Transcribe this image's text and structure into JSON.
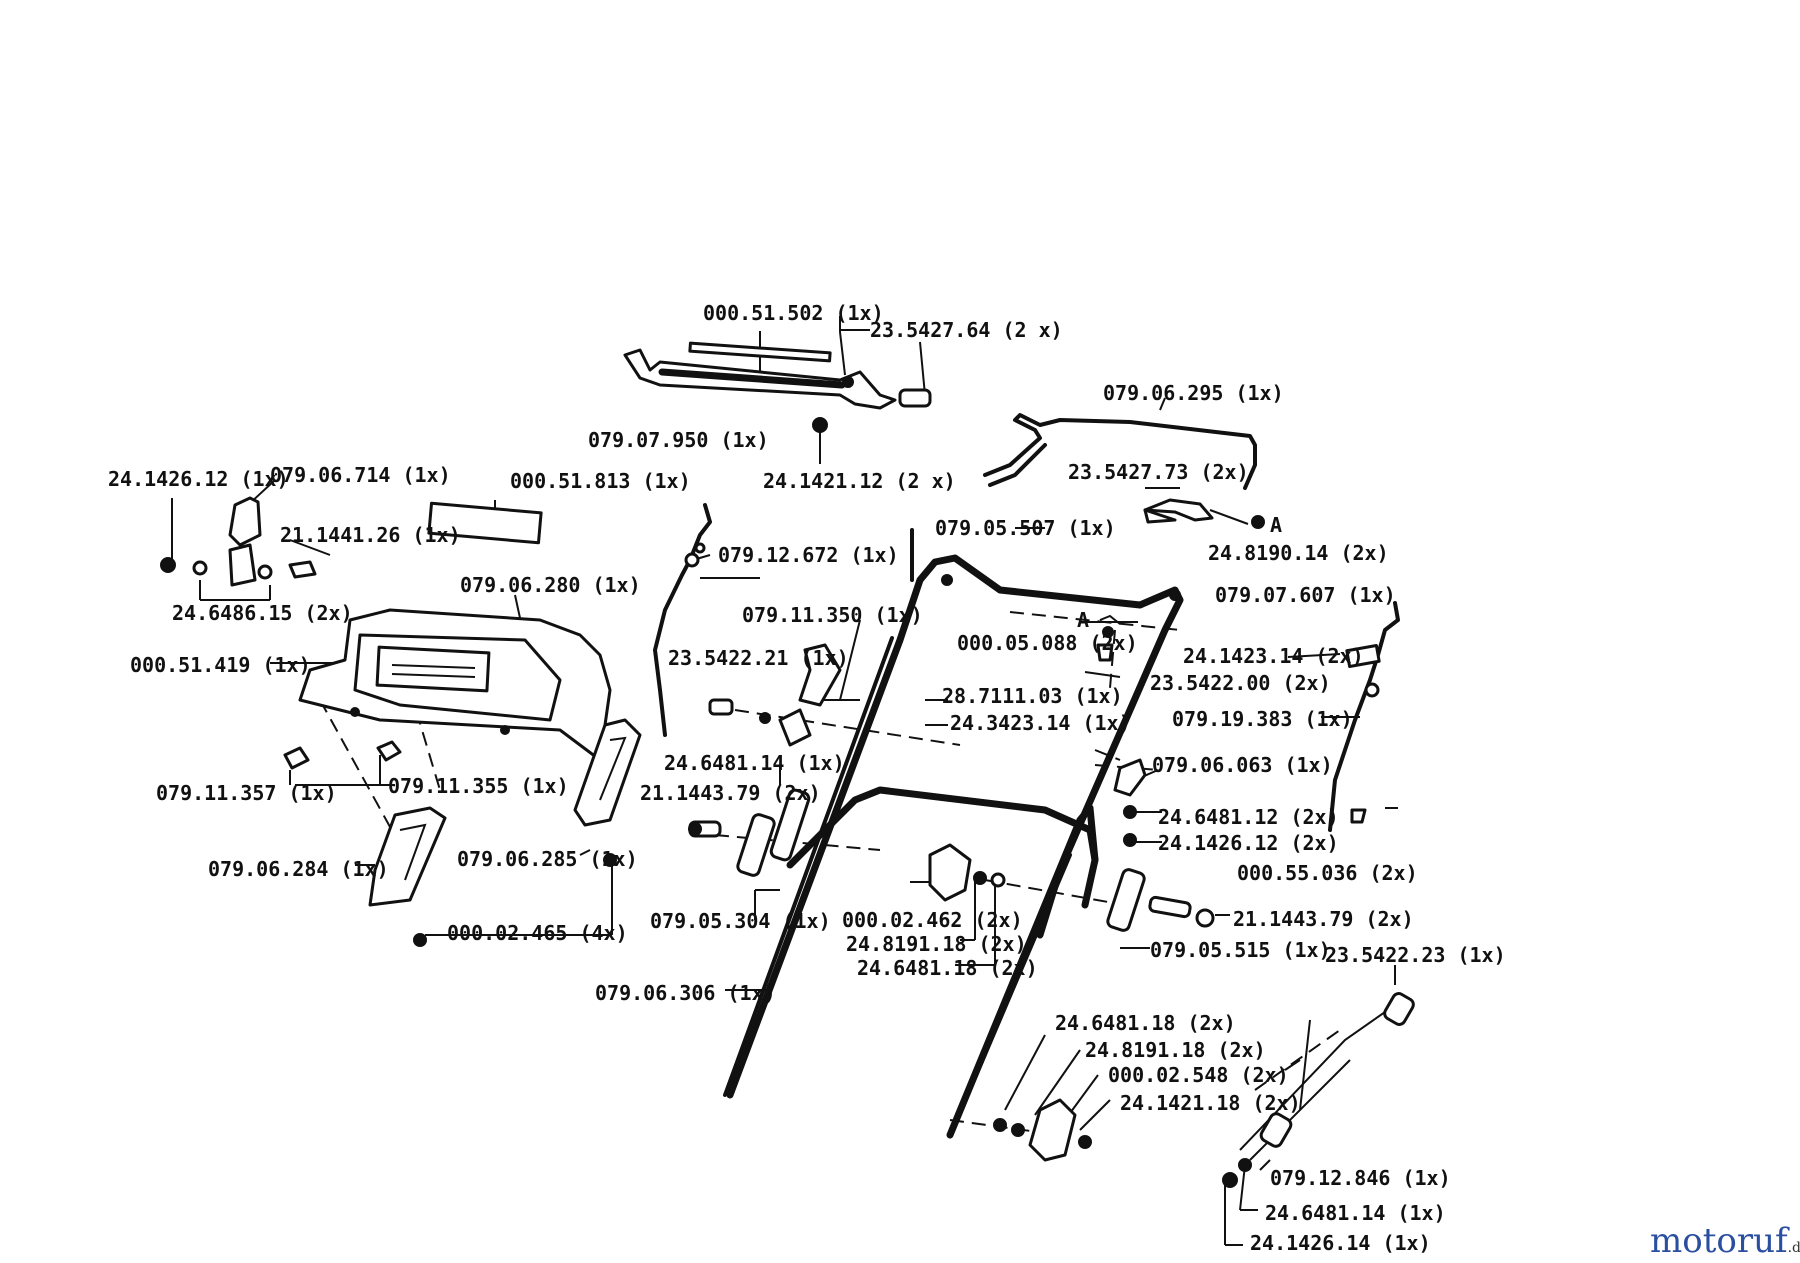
{
  "parts": {
    "p000_51_502": "000.51.502 (1x)",
    "p23_5427_64": "23.5427.64 (2 x)",
    "p079_07_950": "079.07.950 (1x)",
    "p24_1421_12": "24.1421.12 (2 x)",
    "p079_06_295": "079.06.295 (1x)",
    "p23_5427_73": "23.5427.73 (2x)",
    "pA": "A",
    "p24_8190_14": "24.8190.14 (2x)",
    "p24_1426_12a": "24.1426.12 (1x)",
    "p079_06_714": "079.06.714 (1x)",
    "p000_51_813": "000.51.813 (1x)",
    "p21_1441_26": "21.1441.26 (1x)",
    "p079_12_672": "079.12.672 (1x)",
    "p079_05_507": "079.05.507 (1x)",
    "p24_6486_15": "24.6486.15 (2x)",
    "p079_06_280": "079.06.280 (1x)",
    "p079_07_607": "079.07.607 (1x)",
    "p079_11_350": "079.11.350 (1x)",
    "pA2": "A",
    "p000_05_088": "000.05.088 (2x)",
    "p24_1423_14": "24.1423.14 (2x)",
    "p000_51_419": "000.51.419 (1x)",
    "p23_5422_21": "23.5422.21 (1x)",
    "p23_5422_00": "23.5422.00 (2x)",
    "p28_7111_03": "28.7111.03 (1x)",
    "p079_19_383": "079.19.383 (1x)",
    "p24_3423_14": "24.3423.14 (1x)",
    "p24_6481_14": "24.6481.14 (1x)",
    "p079_06_063": "079.06.063 (1x)",
    "p079_11_357": "079.11.357 (1x)",
    "p079_11_355": "079.11.355 (1x)",
    "p21_1443_79a": "21.1443.79 (2x)",
    "p24_6481_12": "24.6481.12 (2x)",
    "p24_1426_12b": "24.1426.12 (2x)",
    "p079_06_284": "079.06.284 (1x)",
    "p079_06_285": "079.06.285 (1x)",
    "p000_55_036": "000.55.036 (2x)",
    "p000_02_462": "000.02.462 (2x)",
    "p21_1443_79b": "21.1443.79 (2x)",
    "p079_05_304": "079.05.304 (1x)",
    "p24_8191_18a": "24.8191.18 (2x)",
    "p000_02_465": "000.02.465 (4x)",
    "p079_05_515": "079.05.515 (1x)",
    "p23_5422_23": "23.5422.23 (1x)",
    "p24_6481_18a": "24.6481.18 (2x)",
    "p079_06_306": "079.06.306 (1x)",
    "p24_6481_18b": "24.6481.18 (2x)",
    "p24_8191_18b": "24.8191.18 (2x)",
    "p000_02_548": "000.02.548 (2x)",
    "p24_1421_18": "24.1421.18 (2x)",
    "p079_12_846": "079.12.846 (1x)",
    "p24_6481_14b": "24.6481.14 (1x)",
    "p24_1426_14": "24.1426.14 (1x)"
  },
  "watermark": {
    "brand": "motoruf",
    "tld": ".de"
  },
  "colors": {
    "ink": "#111111",
    "logo_blue": "#2b4fa0",
    "logo_red": "#c8312a"
  }
}
